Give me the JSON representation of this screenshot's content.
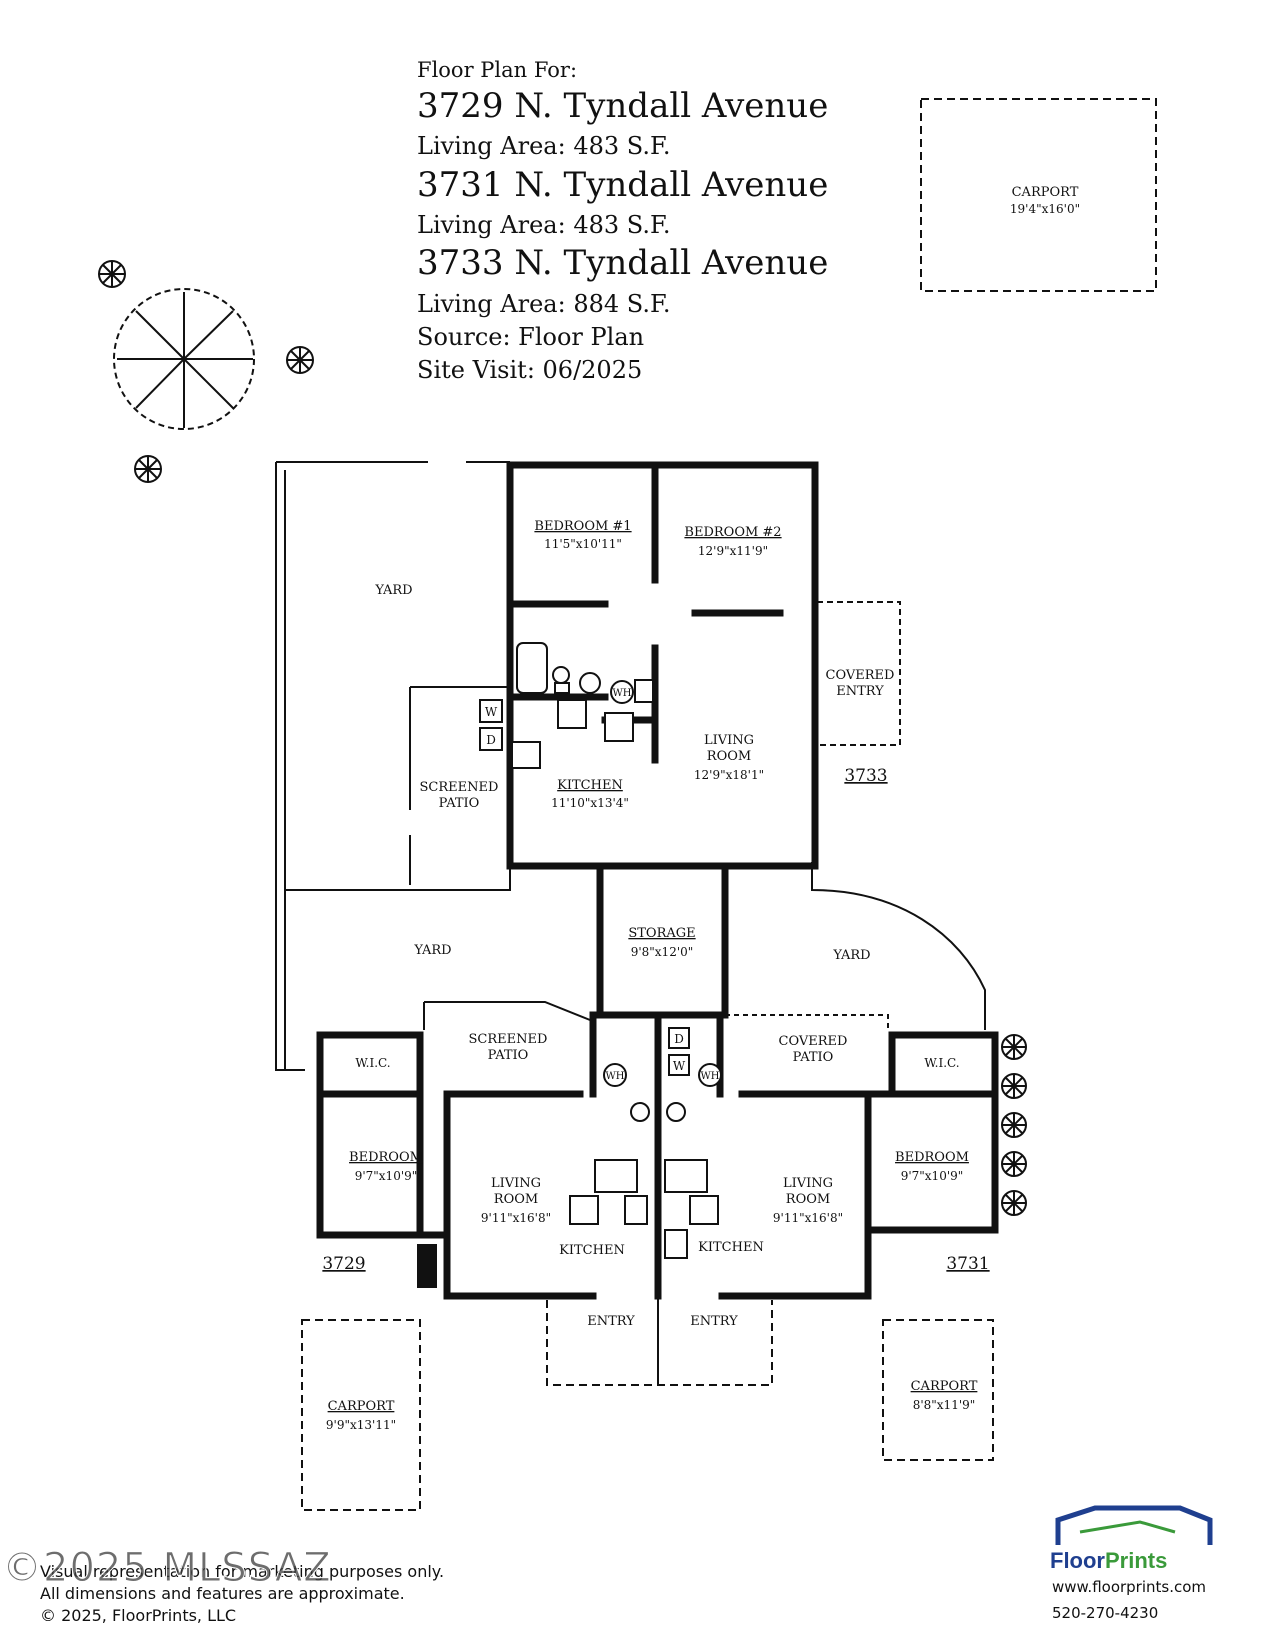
{
  "header": {
    "intro": "Floor Plan For:",
    "addresses": [
      {
        "address": "3729 N. Tyndall Avenue",
        "living_area": "Living Area:  483 S.F."
      },
      {
        "address": "3731 N. Tyndall Avenue",
        "living_area": "Living Area:  483 S.F."
      },
      {
        "address": "3733 N. Tyndall Avenue",
        "living_area": "Living Area:  884 S.F."
      }
    ],
    "source": "Source:  Floor Plan",
    "site_visit": "Site Visit:  06/2025"
  },
  "rooms": {
    "carport_top": {
      "label": "CARPORT",
      "dim": "19'4\"x16'0\""
    },
    "bedroom1": {
      "label": "BEDROOM #1",
      "dim": "11'5\"x10'11\""
    },
    "bedroom2": {
      "label": "BEDROOM #2",
      "dim": "12'9\"x11'9\""
    },
    "yard_top": {
      "label": "YARD"
    },
    "covered_entry": {
      "line1": "COVERED",
      "line2": "ENTRY"
    },
    "living_3733": {
      "line1": "LIVING",
      "line2": "ROOM",
      "dim": "12'9\"x18'1\""
    },
    "unit_3733": "3733",
    "screened_patio_top": {
      "line1": "SCREENED",
      "line2": "PATIO"
    },
    "kitchen_3733": {
      "label": "KITCHEN",
      "dim": "11'10\"x13'4\""
    },
    "storage": {
      "label": "STORAGE",
      "dim": "9'8\"x12'0\""
    },
    "yard_left": {
      "label": "YARD"
    },
    "yard_right": {
      "label": "YARD"
    },
    "screened_patio_bottom": {
      "line1": "SCREENED",
      "line2": "PATIO"
    },
    "covered_patio": {
      "line1": "COVERED",
      "line2": "PATIO"
    },
    "wic_left": {
      "label": "W.I.C."
    },
    "wic_right": {
      "label": "W.I.C."
    },
    "bedroom_left": {
      "label": "BEDROOM",
      "dim": "9'7\"x10'9\""
    },
    "bedroom_right": {
      "label": "BEDROOM",
      "dim": "9'7\"x10'9\""
    },
    "living_left": {
      "line1": "LIVING",
      "line2": "ROOM",
      "dim": "9'11\"x16'8\""
    },
    "living_right": {
      "line1": "LIVING",
      "line2": "ROOM",
      "dim": "9'11\"x16'8\""
    },
    "kitchen_left": {
      "label": "KITCHEN"
    },
    "kitchen_right": {
      "label": "KITCHEN"
    },
    "entry_left": {
      "label": "ENTRY"
    },
    "entry_right": {
      "label": "ENTRY"
    },
    "unit_3729": "3729",
    "unit_3731": "3731",
    "carport_left": {
      "label": "CARPORT",
      "dim": "9'9\"x13'11\""
    },
    "carport_right": {
      "label": "CARPORT",
      "dim": "8'8\"x11'9\""
    },
    "fixtures": {
      "washer": "W",
      "dryer": "D",
      "water_heater": "WH"
    }
  },
  "footer": {
    "disclaimer1": "Visual representation for marketing purposes only.",
    "disclaimer2": "All dimensions and features are approximate.",
    "copyright": "© 2025, FloorPrints, LLC",
    "watermark": "©2025 MLSSAZ",
    "logo_floor": "Floor",
    "logo_prints": "Prints",
    "website": "www.floorprints.com",
    "phone": "520-270-4230"
  },
  "colors": {
    "wall": "#111111",
    "logo_blue": "#1f3f8f",
    "logo_green": "#3a9a3a"
  }
}
